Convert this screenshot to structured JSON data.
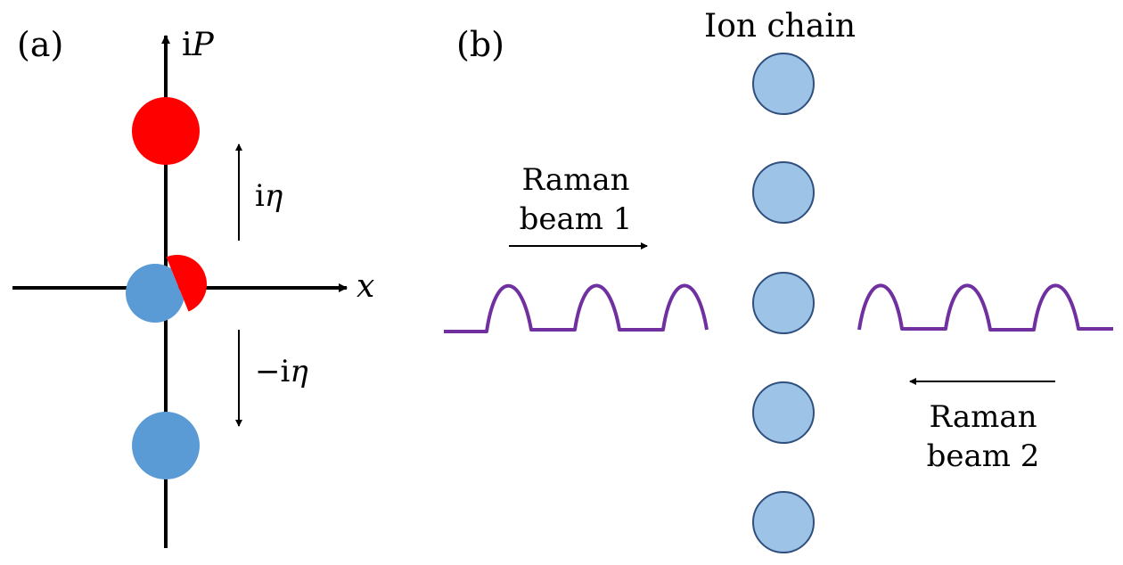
{
  "panel_a": {
    "label": "(a)",
    "y_axis": {
      "prefix": "i",
      "symbol": "P"
    },
    "x_axis": {
      "symbol": "x"
    },
    "up_arrow": {
      "prefix": "i",
      "symbol": "η"
    },
    "down_arrow": {
      "prefix": "−i",
      "symbol": "η"
    }
  },
  "panel_b": {
    "label": "(b)",
    "title": "Ion chain",
    "beam1": {
      "line1": "Raman",
      "line2": "beam 1"
    },
    "beam2": {
      "line1": "Raman",
      "line2": "beam 2"
    }
  },
  "colors": {
    "red_state": "#ff0000",
    "blue_state": "#5b9bd5",
    "ion_fill": "#9dc3e6",
    "ion_stroke": "#2f4f7f",
    "pulse": "#7030a0",
    "axis": "#000000"
  }
}
